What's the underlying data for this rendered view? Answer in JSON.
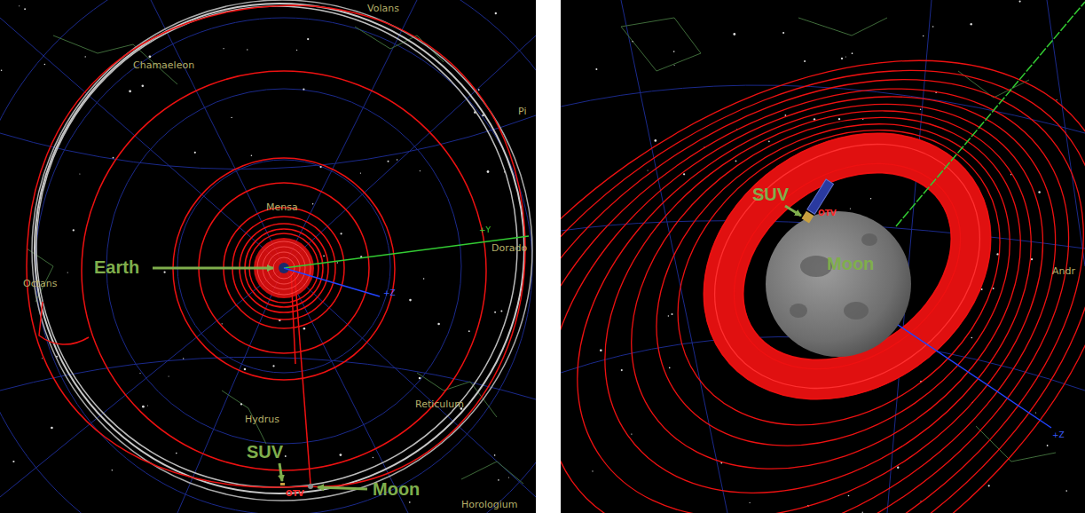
{
  "diagram": {
    "labels": [
      "Volans",
      "Chamaeleon",
      "Pi",
      "Mensa",
      "Earth",
      "+Y",
      "Dorado",
      "+Z",
      "Octans",
      "Reticulum",
      "Hydrus",
      "SUV",
      "OTV",
      "Moon",
      "Horologium",
      "SUV",
      "OTV",
      "Moon",
      "Andr",
      "+Z"
    ]
  }
}
